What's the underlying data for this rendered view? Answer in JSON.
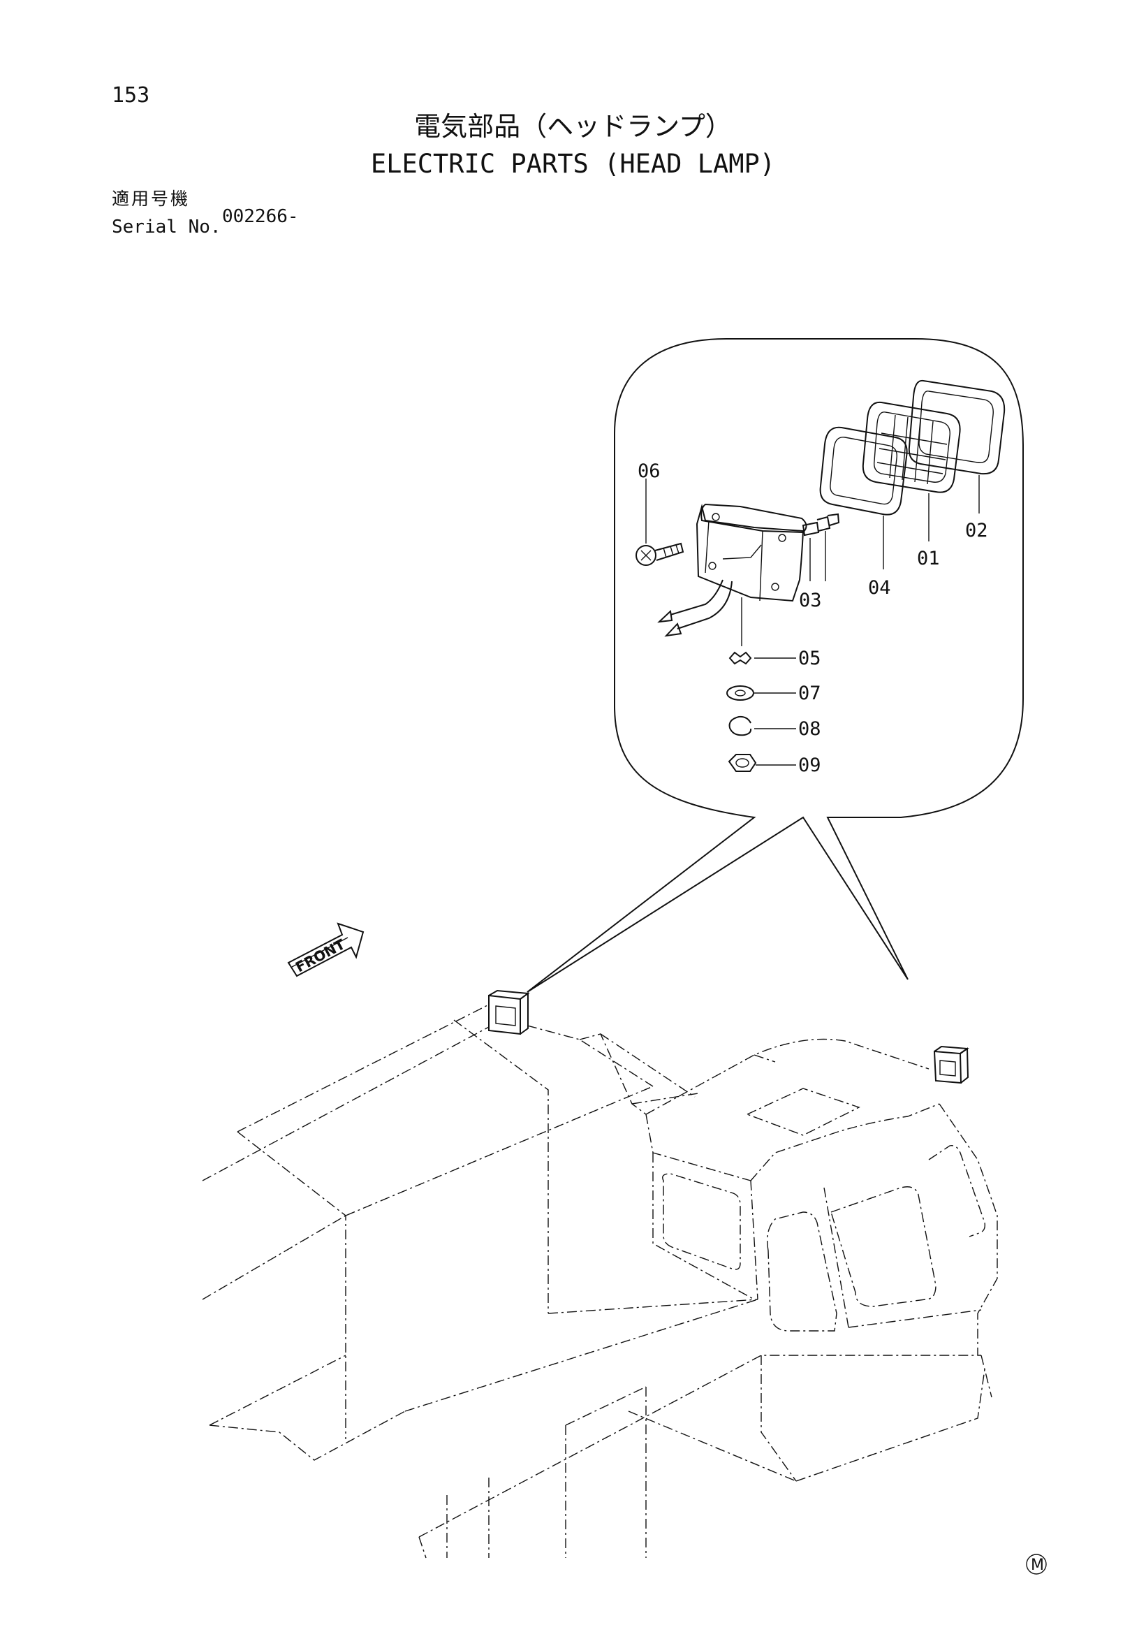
{
  "page_number": "153",
  "title_jp": "電気部品（ヘッドランプ）",
  "title_en": "ELECTRIC PARTS (HEAD LAMP)",
  "serial_label_jp": "適用号機",
  "serial_label_en": "Serial No.",
  "serial_value": "002266-",
  "front_label": "FRONT",
  "manufacturer_mark": "M",
  "part_labels": {
    "p01": "01",
    "p02": "02",
    "p03": "03",
    "p04": "04",
    "p05": "05",
    "p06": "06",
    "p07": "07",
    "p08": "08",
    "p09": "09"
  }
}
